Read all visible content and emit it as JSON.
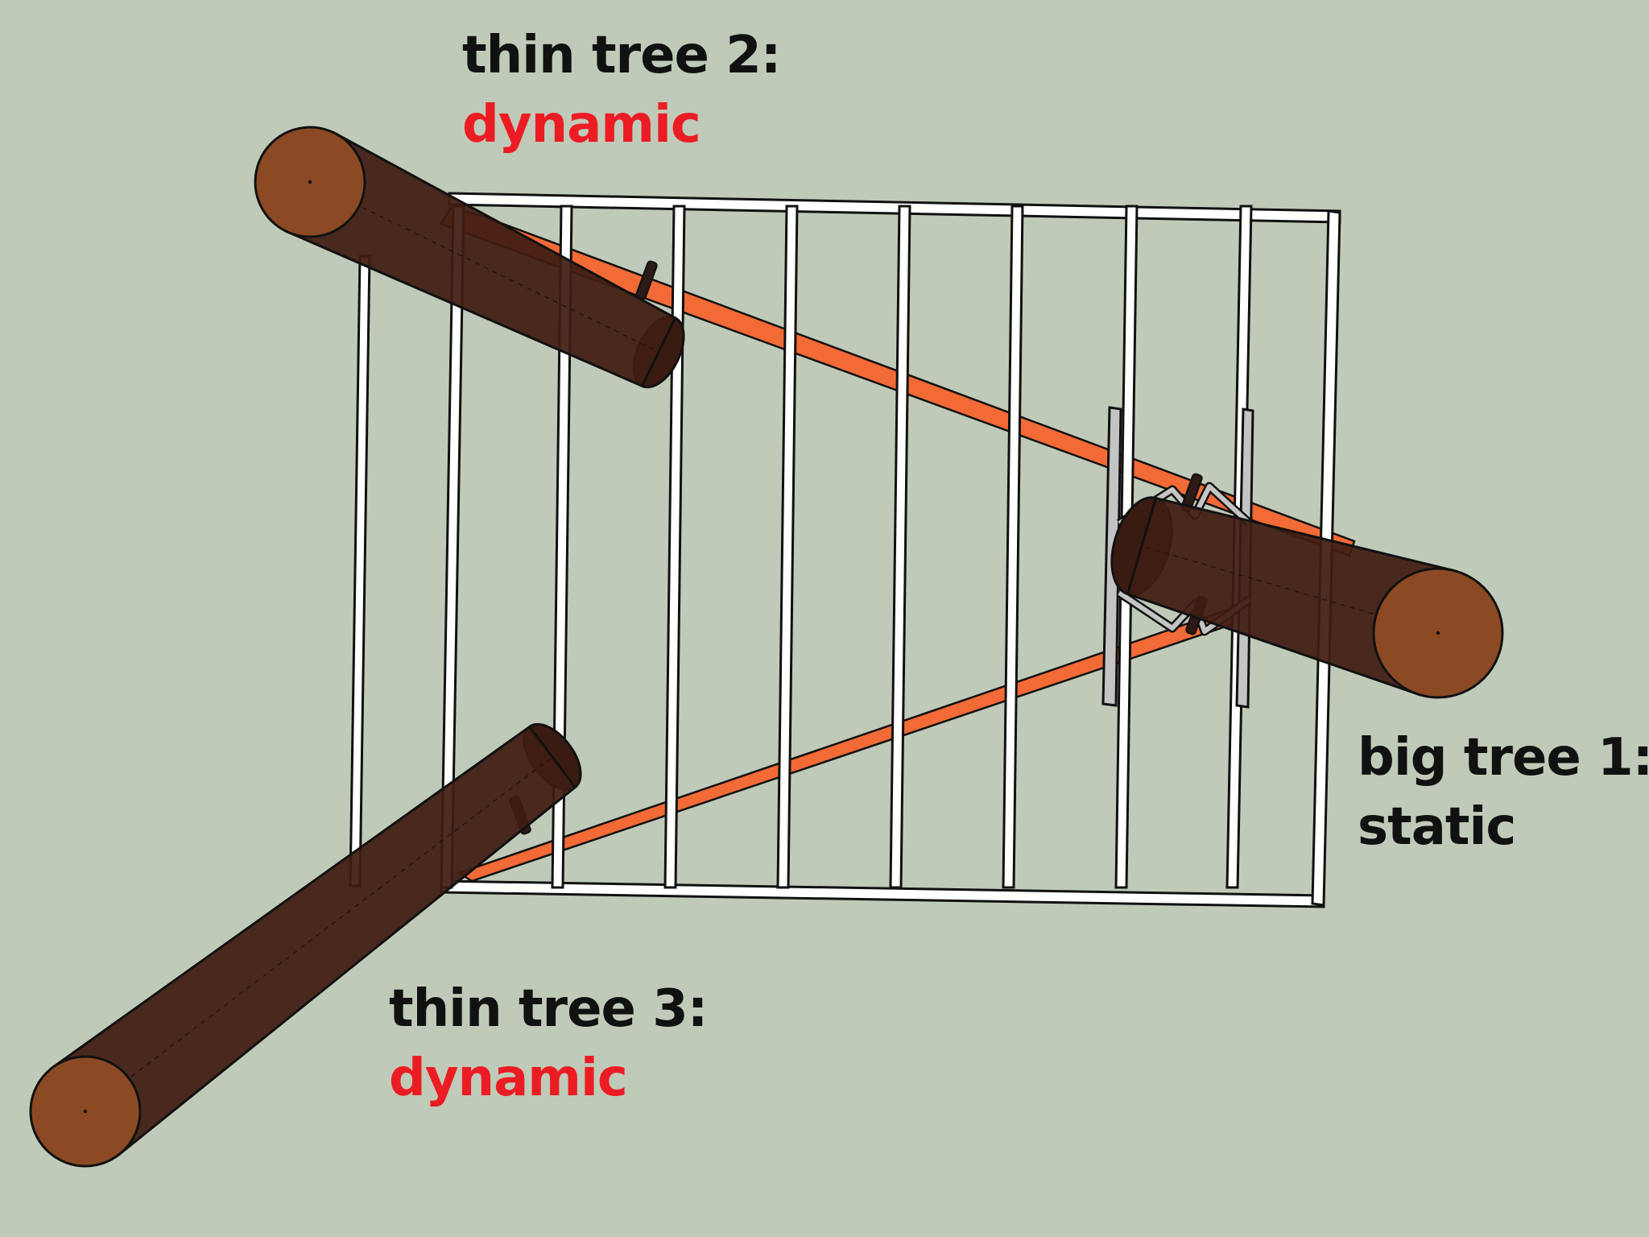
{
  "colors": {
    "background": "#c0cab8",
    "label_dark": "#111111",
    "label_dynamic": "#ec1c24",
    "frame_white": "#ffffff",
    "frame_outline": "#111111",
    "strap_orange": "#f26a36",
    "log_bark": "#3f1d12",
    "log_end": "#8b4a24",
    "bracket_gray": "#b8b8b8"
  },
  "labels": {
    "tree2": {
      "name": "thin tree 2:",
      "state": "dynamic"
    },
    "tree3": {
      "name": "thin tree 3:",
      "state": "dynamic"
    },
    "tree1": {
      "name": "big tree 1:",
      "state": "static"
    }
  }
}
